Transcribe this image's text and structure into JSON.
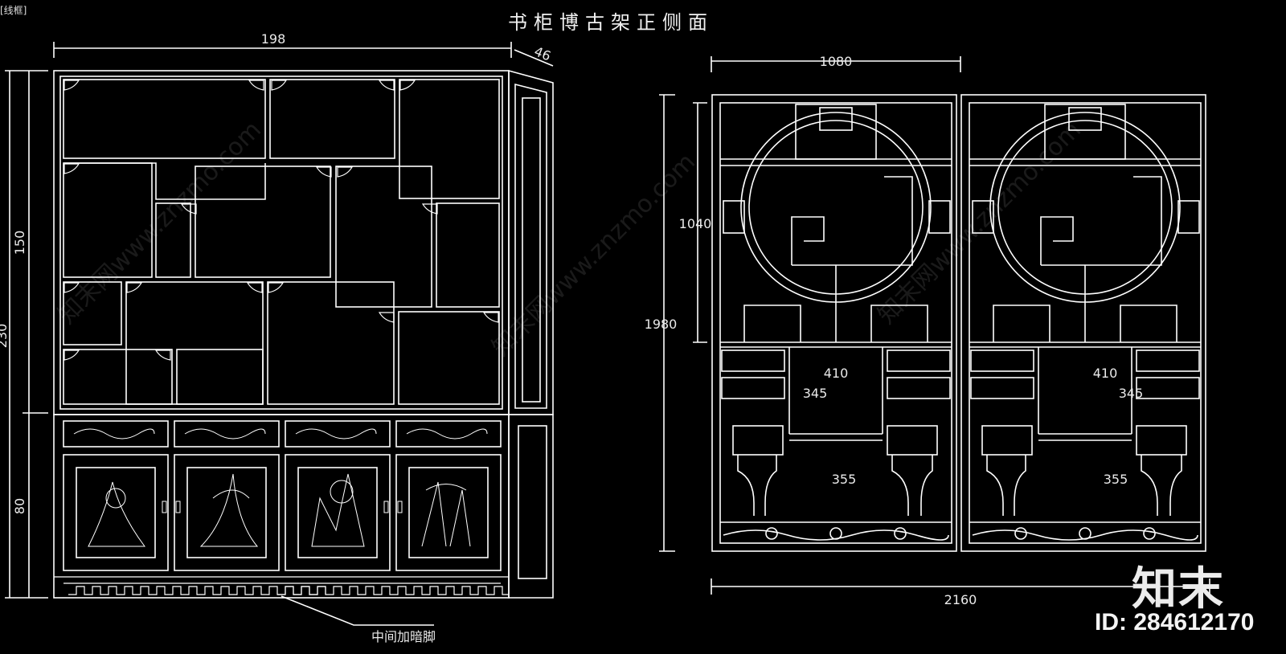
{
  "title": "书柜博古架正侧面",
  "corner_label": "[线框]",
  "left_view": {
    "dims": {
      "width": "198",
      "depth": "46",
      "total_height": "230",
      "upper_height": "150",
      "lower_height": "80"
    },
    "note": "中间加暗脚"
  },
  "right_view": {
    "dims": {
      "half_width": "1080",
      "total_width": "2160",
      "total_height": "1980",
      "upper_height": "1040",
      "left_mid": "410",
      "left_upper_drawer": "345",
      "left_lower": "355",
      "right_mid": "410",
      "right_upper_drawer": "345",
      "right_lower": "355"
    }
  },
  "watermark": {
    "logo": "知末",
    "id": "ID: 284612170",
    "faint_text": "知末网www.znzmo.com"
  },
  "colors": {
    "background": "#000000",
    "line": "#ffffff"
  }
}
